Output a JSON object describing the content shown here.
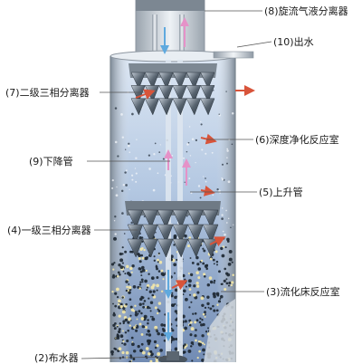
{
  "labels": {
    "cyclone_separator": "(8)旋流气液分离器",
    "outlet": "(10)出水",
    "second_stage_separator": "(7)二级三相分离器",
    "deep_purification": "(6)深度净化反应室",
    "downcomer": "(9)下降管",
    "riser": "(5)上升管",
    "first_stage_separator": "(4)一级三相分离器",
    "fluidized_bed": "(3)流化床反应室",
    "water_distributor": "(2)布水器"
  },
  "colors": {
    "background": "#ffffff",
    "vessel_edge": "#8d96a0",
    "liquid_top": "#c9d9ee",
    "liquid_bottom": "#6e87b0",
    "separator_dark": "#3f4a55",
    "separator_light": "#b9c2cb",
    "arrow_red": "#d8543a",
    "arrow_pink": "#e592c8",
    "arrow_blue": "#5fa9de",
    "leader_line": "#555555"
  }
}
